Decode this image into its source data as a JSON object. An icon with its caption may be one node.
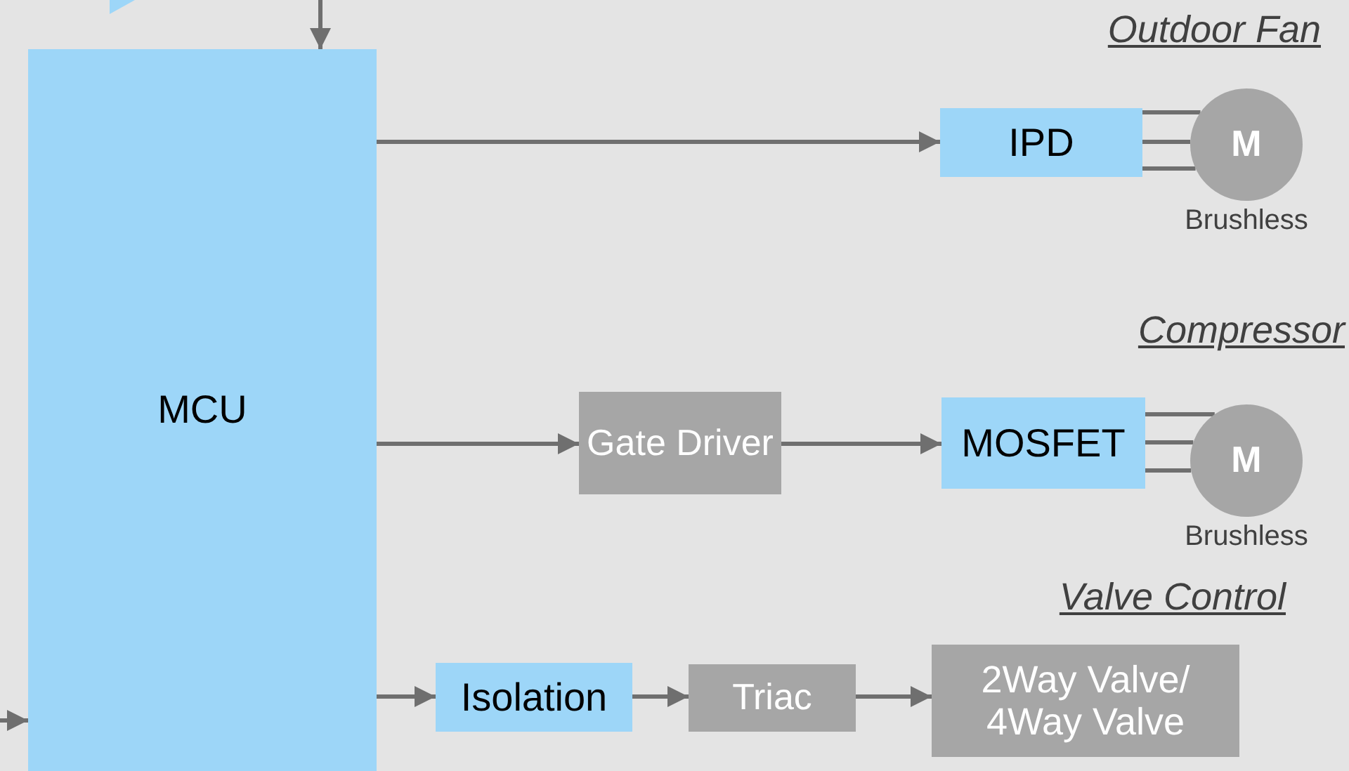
{
  "diagram": {
    "nodes": [
      {
        "text": [
          "MCU"
        ]
      },
      {
        "text": [
          "IPD"
        ]
      },
      {
        "text": [
          "M"
        ],
        "beside": [
          "Brushless"
        ]
      },
      {
        "text": [
          "Gate Driver"
        ]
      },
      {
        "text": [
          "MOSFET"
        ]
      },
      {
        "text": [
          "M"
        ],
        "beside": [
          "Brushless"
        ]
      },
      {
        "text": [
          "Isolation"
        ]
      },
      {
        "text": [
          "Triac"
        ]
      },
      {
        "text": [
          "2Way Valve/ 4Way Valve"
        ]
      }
    ],
    "edges": [
      {
        "from": null,
        "to": 0,
        "arrow": "to"
      },
      {
        "from": null,
        "to": 0,
        "arrow": "to"
      },
      {
        "from": 0,
        "to": 1,
        "arrow": "to"
      },
      {
        "from": 1,
        "to": 2,
        "arrow": "none"
      },
      {
        "from": 1,
        "to": 2,
        "arrow": "none"
      },
      {
        "from": 1,
        "to": 2,
        "arrow": "none"
      },
      {
        "from": 0,
        "to": 3,
        "arrow": "to"
      },
      {
        "from": 3,
        "to": 4,
        "arrow": "to"
      },
      {
        "from": 4,
        "to": 5,
        "arrow": "none"
      },
      {
        "from": 4,
        "to": 5,
        "arrow": "none"
      },
      {
        "from": 4,
        "to": 5,
        "arrow": "none"
      },
      {
        "from": 0,
        "to": 6,
        "arrow": "to"
      },
      {
        "from": 6,
        "to": 7,
        "arrow": "to"
      },
      {
        "from": 7,
        "to": 8,
        "arrow": "to"
      }
    ],
    "labels": [
      "Outdoor Fan",
      "Compressor",
      "Valve Control"
    ]
  }
}
